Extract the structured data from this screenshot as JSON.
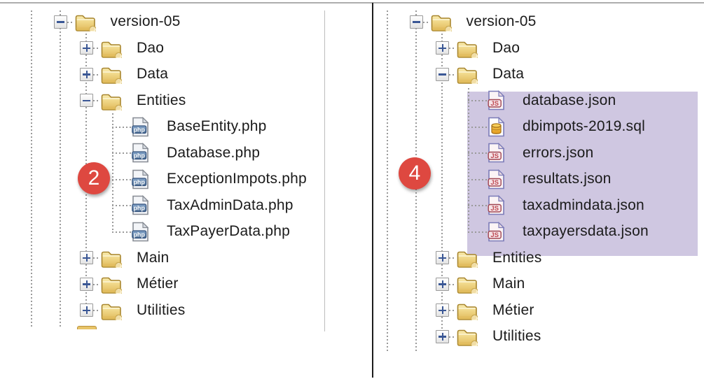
{
  "colors": {
    "selection_highlight": "#CFC7E1",
    "badge_red": "#DE4840",
    "guide_gray": "#9A9A9A",
    "divider_black": "#1C1C1C",
    "top_border_gray": "#ADADAD",
    "text_color": "#1B1B1B",
    "expander_blue": "#3A5795",
    "folder_gold": "#E9C96E",
    "php_badge_blue": "#46688F",
    "json_badge_red": "#BE4A52",
    "sql_cylinder_gold": "#EFA525"
  },
  "left_panel": {
    "badge_label": "2",
    "rows": [
      {
        "indent": 0,
        "icon": "folder-icon",
        "expander": "minus",
        "label": "version-05"
      },
      {
        "indent": 1,
        "icon": "folder-icon",
        "expander": "plus",
        "label": "Dao"
      },
      {
        "indent": 1,
        "icon": "folder-icon",
        "expander": "plus",
        "label": "Data"
      },
      {
        "indent": 1,
        "icon": "folder-icon",
        "expander": "minus",
        "label": "Entities"
      },
      {
        "indent": 2,
        "icon": "php-file-icon",
        "expander": null,
        "label": "BaseEntity.php"
      },
      {
        "indent": 2,
        "icon": "php-file-icon",
        "expander": null,
        "label": "Database.php"
      },
      {
        "indent": 2,
        "icon": "php-file-icon",
        "expander": null,
        "label": "ExceptionImpots.php"
      },
      {
        "indent": 2,
        "icon": "php-file-icon",
        "expander": null,
        "label": "TaxAdminData.php"
      },
      {
        "indent": 2,
        "icon": "php-file-icon",
        "expander": null,
        "label": "TaxPayerData.php"
      },
      {
        "indent": 1,
        "icon": "folder-icon",
        "expander": "plus",
        "label": "Main"
      },
      {
        "indent": 1,
        "icon": "folder-icon",
        "expander": "plus",
        "label": "Métier"
      },
      {
        "indent": 1,
        "icon": "folder-icon",
        "expander": "plus",
        "label": "Utilities"
      }
    ]
  },
  "right_panel": {
    "badge_label": "4",
    "rows": [
      {
        "indent": 0,
        "icon": "folder-icon",
        "expander": "minus",
        "label": "version-05"
      },
      {
        "indent": 1,
        "icon": "folder-icon",
        "expander": "plus",
        "label": "Dao"
      },
      {
        "indent": 1,
        "icon": "folder-icon",
        "expander": "minus",
        "label": "Data"
      },
      {
        "indent": 2,
        "icon": "json-file-icon",
        "expander": null,
        "label": "database.json",
        "highlighted": true
      },
      {
        "indent": 2,
        "icon": "sql-file-icon",
        "expander": null,
        "label": "dbimpots-2019.sql",
        "highlighted": true
      },
      {
        "indent": 2,
        "icon": "json-file-icon",
        "expander": null,
        "label": "errors.json",
        "highlighted": true
      },
      {
        "indent": 2,
        "icon": "json-file-icon",
        "expander": null,
        "label": "resultats.json",
        "highlighted": true
      },
      {
        "indent": 2,
        "icon": "json-file-icon",
        "expander": null,
        "label": "taxadmindata.json",
        "highlighted": true
      },
      {
        "indent": 2,
        "icon": "json-file-icon",
        "expander": null,
        "label": "taxpayersdata.json",
        "highlighted": true
      },
      {
        "indent": 1,
        "icon": "folder-icon",
        "expander": "plus",
        "label": "Entities"
      },
      {
        "indent": 1,
        "icon": "folder-icon",
        "expander": "plus",
        "label": "Main"
      },
      {
        "indent": 1,
        "icon": "folder-icon",
        "expander": "plus",
        "label": "Métier"
      },
      {
        "indent": 1,
        "icon": "folder-icon",
        "expander": "plus",
        "label": "Utilities"
      }
    ]
  }
}
